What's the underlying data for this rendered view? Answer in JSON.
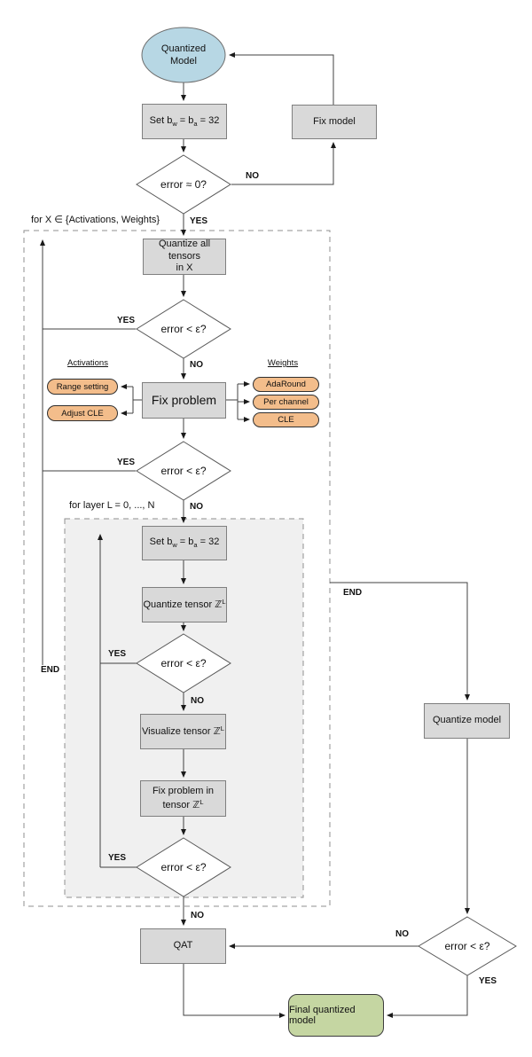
{
  "colors": {
    "node_fill": "#d9d9d9",
    "node_border": "#7f7f7f",
    "diamond_border": "#595959",
    "start_fill": "#b7d7e4",
    "start_border": "#6e6e6e",
    "pill_fill": "#f3bd8b",
    "pill_border": "#2f2f2f",
    "final_fill": "#c5d6a2",
    "final_border": "#3d3d3d",
    "inner_region_fill": "#f0f0f0",
    "dash_border": "#8f8f8f",
    "line": "#404040"
  },
  "loops": {
    "outer_label": "for X ∈ {Activations, Weights}",
    "inner_label": "for layer L = 0, ..., N"
  },
  "nodes": {
    "start": {
      "line1": "Quantized",
      "line2": "Model"
    },
    "set_bits": {
      "parts": [
        {
          "t": "Set b"
        },
        {
          "t": "w",
          "s": "sub"
        },
        {
          "t": " = b"
        },
        {
          "t": "a",
          "s": "sub"
        },
        {
          "t": " = 32"
        }
      ]
    },
    "fix_model": {
      "label": "Fix model"
    },
    "decision_error_zero": {
      "label": "error ≈ 0?"
    },
    "quantize_all": {
      "line1": "Quantize all tensors",
      "line2": "in X"
    },
    "decision_eps_1": {
      "label": "error < ε?"
    },
    "fix_problem": {
      "label": "Fix problem"
    },
    "decision_eps_2": {
      "label": "error < ε?"
    },
    "set_bits_inner": {
      "parts": [
        {
          "t": "Set b"
        },
        {
          "t": "w",
          "s": "sub"
        },
        {
          "t": " = b"
        },
        {
          "t": "a",
          "s": "sub"
        },
        {
          "t": " = 32"
        }
      ]
    },
    "quantize_tensor": {
      "parts": [
        {
          "t": "Quantize tensor "
        },
        {
          "t": "ℤ"
        },
        {
          "t": "L",
          "s": "sup"
        }
      ]
    },
    "decision_eps_3": {
      "label": "error < ε?"
    },
    "visualize_tensor": {
      "parts": [
        {
          "t": "Visualize tensor "
        },
        {
          "t": "ℤ"
        },
        {
          "t": "L",
          "s": "sup"
        }
      ]
    },
    "fix_tensor": {
      "line1": "Fix problem in",
      "parts": [
        {
          "t": "tensor "
        },
        {
          "t": "ℤ"
        },
        {
          "t": "L",
          "s": "sup"
        }
      ]
    },
    "decision_eps_4": {
      "label": "error < ε?"
    },
    "qat": {
      "label": "QAT"
    },
    "quantize_model": {
      "label": "Quantize model"
    },
    "decision_eps_5": {
      "label": "error < ε?"
    },
    "final_model": {
      "label": "Final quantized model"
    }
  },
  "side_options": {
    "activations_title": "Activations",
    "activations": [
      "Range setting",
      "Adjust CLE"
    ],
    "weights_title": "Weights",
    "weights": [
      "AdaRound",
      "Per channel",
      "CLE"
    ]
  },
  "edge_labels": {
    "no_top": "NO",
    "yes_top": "YES",
    "yes_1": "YES",
    "no_1": "NO",
    "yes_2": "YES",
    "no_2": "NO",
    "yes_3": "YES",
    "no_3": "NO",
    "yes_4": "YES",
    "no_4": "NO",
    "end_left": "END",
    "end_right": "END",
    "no_5": "NO",
    "yes_5": "YES"
  }
}
